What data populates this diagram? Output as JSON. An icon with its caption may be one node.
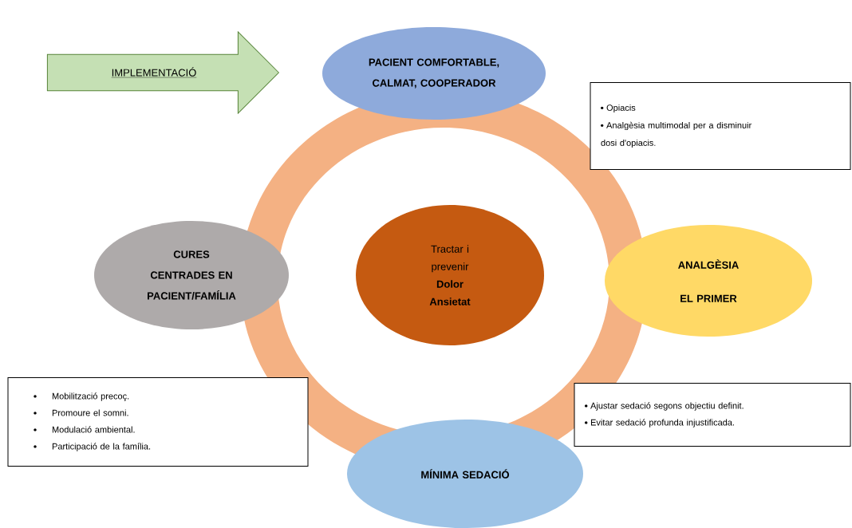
{
  "diagram": {
    "nodes": [
      {
        "text": [
          "IMPLEMENTACIÓ"
        ]
      },
      {
        "text": [
          "PACIENT COMFORTABLE, CALMAT, COOPERADOR"
        ]
      },
      {
        "text": [
          "Opiacis",
          "Analgèsia multimodal per a disminuir dosi d'opiacis."
        ]
      },
      {
        "text": [
          "CURES CENTRADES EN PACIENT/FAMÍLIA"
        ]
      },
      {
        "text": [
          "Tractar i prevenir",
          "Dolor Ansietat"
        ]
      },
      {
        "text": [
          "ANALGÈSIA EL PRIMER"
        ]
      },
      {
        "text": [
          "Mobilització precoç.",
          "Promoure el somni.",
          "Modulació ambiental.",
          "Participació de la família."
        ]
      },
      {
        "text": [
          "Ajustar sedació segons objectiu definit.",
          "Evitar sedació profunda injustificada."
        ]
      },
      {
        "text": [
          "MÍNIMA SEDACIÓ"
        ]
      }
    ]
  }
}
